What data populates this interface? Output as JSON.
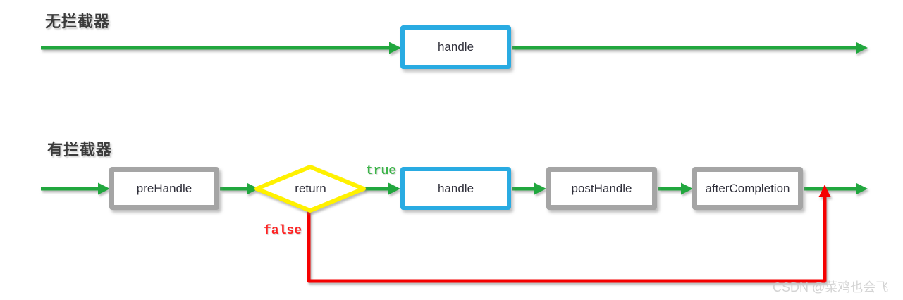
{
  "colors": {
    "flow_green": "#21a73e",
    "handle_blue": "#29abe2",
    "node_gray": "#a5a5a5",
    "decision_yellow": "#fff100",
    "false_red": "#f50000",
    "title_text": "#3b3b3b",
    "node_text": "#2f2f3a",
    "true_text": "#3db54a",
    "false_text": "#ff2222",
    "watermark_text": "#cbcbcb"
  },
  "no_interceptor": {
    "title": "无拦截器",
    "handle_label": "handle"
  },
  "with_interceptor": {
    "title": "有拦截器",
    "prehandle_label": "preHandle",
    "decision_label": "return",
    "true_label": "true",
    "false_label": "false",
    "handle_label": "handle",
    "posthandle_label": "postHandle",
    "aftercompletion_label": "afterCompletion"
  },
  "watermark": "CSDN @菜鸡也会飞"
}
